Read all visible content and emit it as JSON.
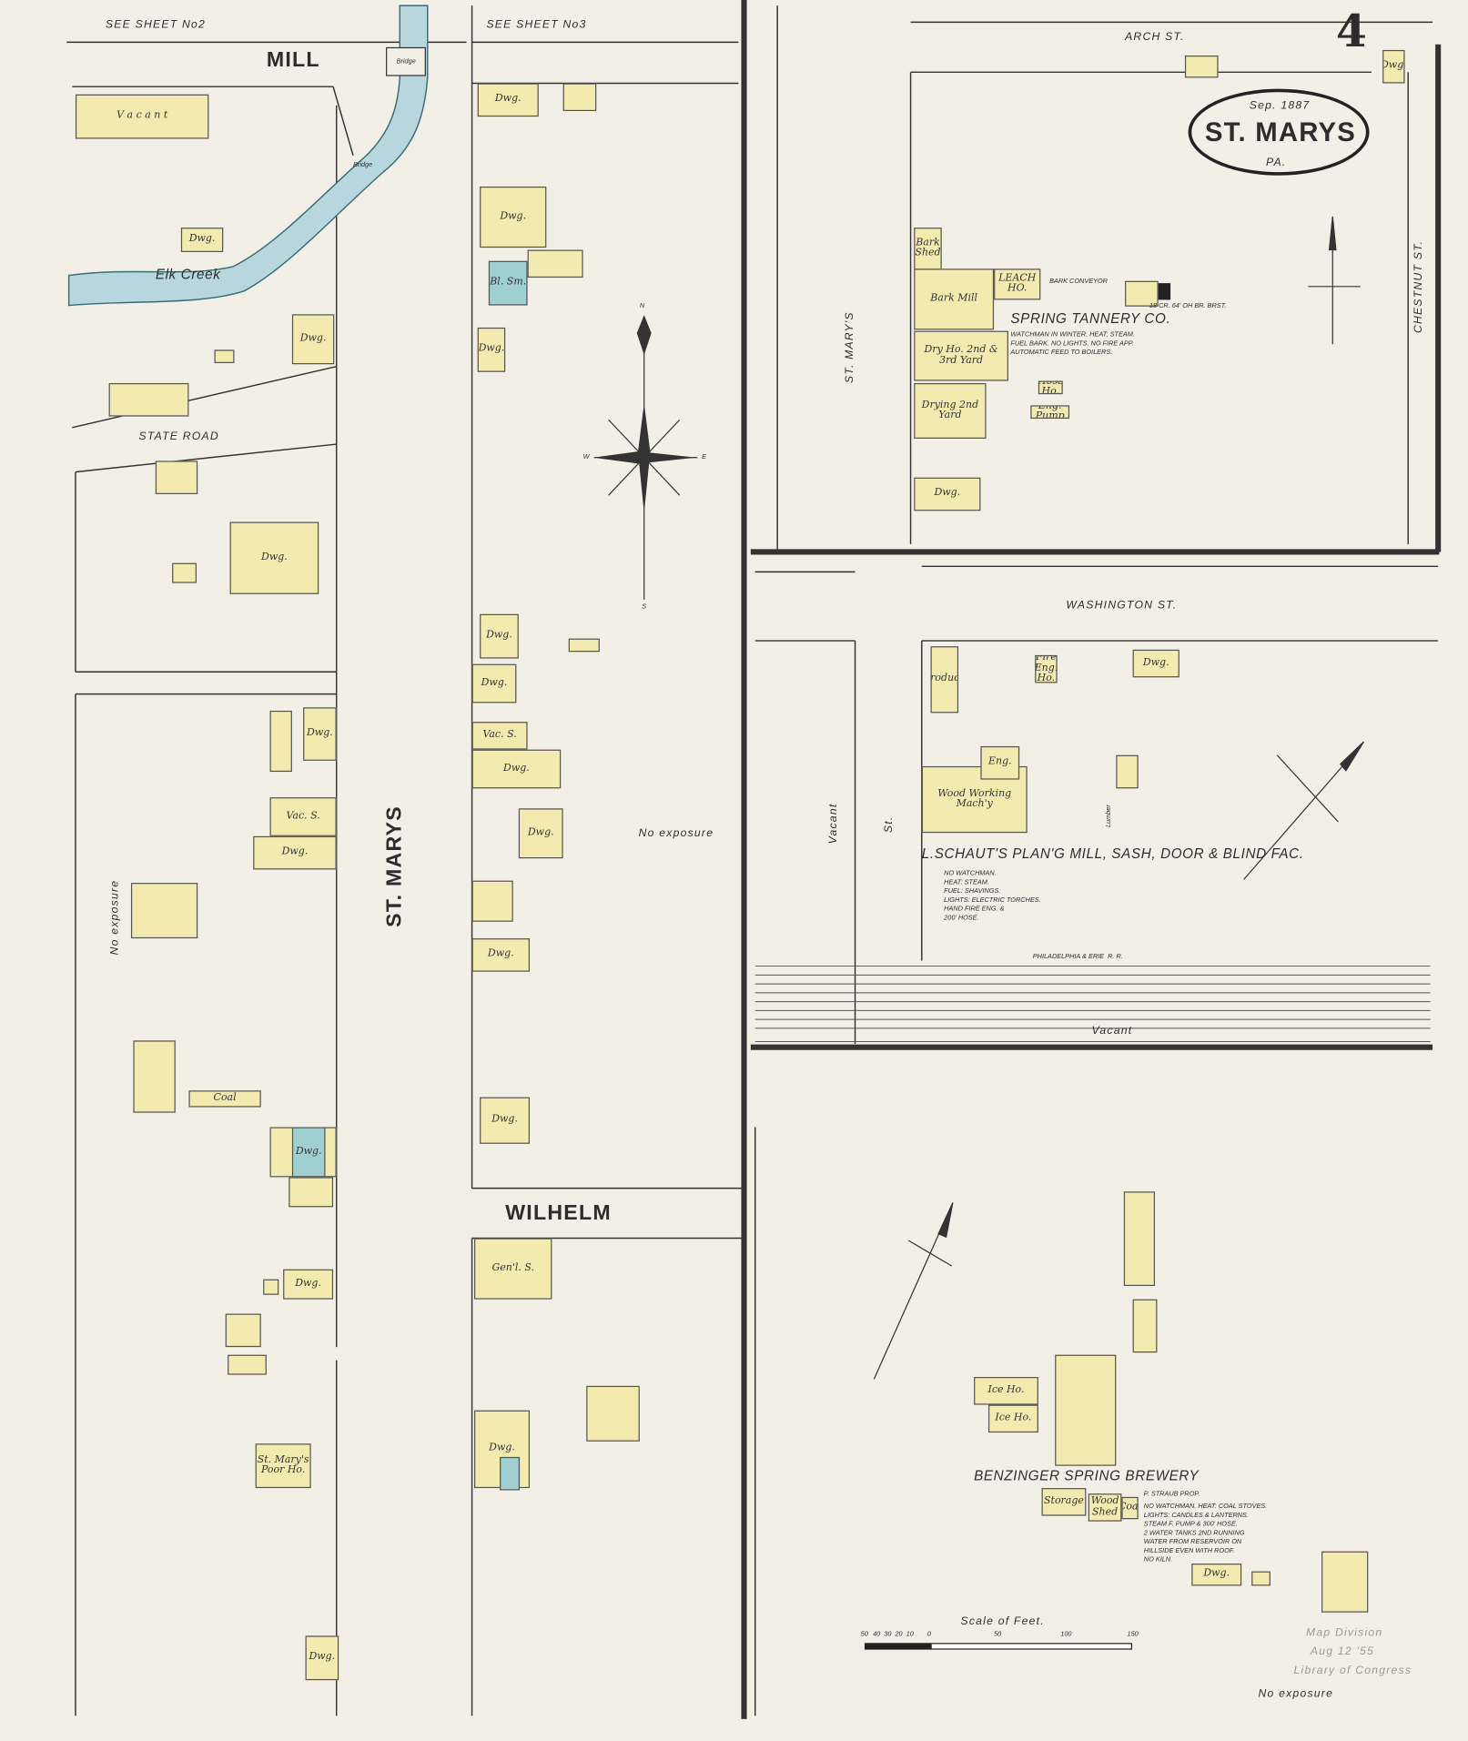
{
  "sheet": {
    "number": "4",
    "date": "Sep. 1887",
    "town": "ST. MARYS",
    "state": "PA."
  },
  "references": {
    "sheet2": "SEE   SHEET   No2",
    "sheet3": "SEE   SHEET   No3"
  },
  "streets": {
    "mill": "MILL",
    "state_road": "STATE ROAD",
    "st_marys": "ST. MARYS",
    "wilhelm": "WILHELM",
    "arch": "ARCH  ST.",
    "chestnut": "CHESTNUT  ST.",
    "st_marys_right": "ST. MARY'S",
    "washington": "WASHINGTON  ST.",
    "st": "St.",
    "railroad": "PHILADELPHIA & ERIE  R. R."
  },
  "features": {
    "creek": "Elk     Creek",
    "bridge": "Bridge",
    "bridge2": "Bridge",
    "vacant_vertical": "Vacant",
    "vacant_bottom": "Vacant",
    "lumber": "Lumber"
  },
  "exposure": {
    "left": "No  exposure",
    "middle": "No  exposure",
    "bottom": "No  exposure"
  },
  "buildings": {
    "vacant": "V a c a n t",
    "dwg": "Dwg.",
    "vac_s": "Vac. S.",
    "coal": "Coal",
    "poor_house": "St. Mary's Poor Ho.",
    "bl_sm": "Bl. Sm.",
    "genl_s": "Gen'l. S.",
    "bark_shed": "Bark Shed",
    "bark_mill": "Bark Mill",
    "leach_house": "LEACH HO.",
    "dry_house": "Dry Ho. 2nd & 3rd Yard",
    "drying_yard": "Drying 2nd Yard",
    "hose_house": "Hose Ho.",
    "eng_pump": "Eng. Pump",
    "produce": "Produce",
    "fire_eng_house": "Fire Eng. Ho.",
    "engine": "Eng.",
    "wood_working": "Wood Working Mach'y",
    "ice_house": "Ice Ho.",
    "storage": "Storage",
    "wood_shed": "Wood Shed",
    "bark_conveyor": "BARK CONVEYOR",
    "chimney": "18 CR. 64' OH BR. BRST."
  },
  "businesses": [
    {
      "name": "SPRING TANNERY CO.",
      "notes": "WATCHMAN IN WINTER. HEAT; STEAM.\nFUEL BARK. NO LIGHTS. NO FIRE APP.\nAUTOMATIC FEED TO BOILERS."
    },
    {
      "name": "L.SCHAUT'S PLAN'G MILL, SASH, DOOR & BLIND FAC.",
      "notes": "NO WATCHMAN.\nHEAT: STEAM.\nFUEL: SHAVINGS.\nLIGHTS: ELECTRIC TORCHES.\nHAND FIRE ENG. &\n200' HOSE."
    },
    {
      "name": "BENZINGER SPRING BREWERY",
      "proprietor": "P. STRAUB PROP.",
      "notes": "NO WATCHMAN. HEAT: COAL STOVES.\nLIGHTS: CANDLES & LANTERNS.\nSTEAM F. PUMP & 300' HOSE.\n2 WATER TANKS 2ND RUNNING\nWATER FROM RESERVOIR ON\nHILLSIDE EVEN WITH ROOF.\nNO KILN."
    }
  ],
  "compass": {
    "n": "N",
    "s": "S",
    "e": "E",
    "w": "W"
  },
  "scale": {
    "title": "Scale of Feet.",
    "ticks": [
      "50",
      "40",
      "30",
      "20",
      "10",
      "0",
      "50",
      "100",
      "150"
    ]
  },
  "stamp": {
    "line1": "Map Division",
    "line2": "Aug 12 '55",
    "line3": "Library of Congress"
  },
  "colors": {
    "paper": "#f1efe6",
    "frame_brick": "#f3eab0",
    "stone_brick": "#9fcfd0",
    "creek": "#b7d6dd",
    "ink": "#2d2d2d"
  }
}
